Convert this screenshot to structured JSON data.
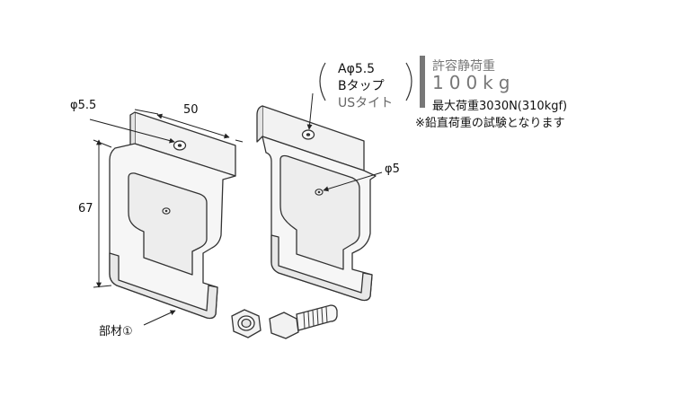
{
  "dimensions": {
    "hole_left": "φ5.5",
    "width": "50",
    "height": "67",
    "hole_right": "φ5"
  },
  "options": {
    "a": "Aφ5.5",
    "b": "Bタップ",
    "us": "USタイト"
  },
  "spec": {
    "title": "許容静荷重",
    "value": "100kg",
    "max_load": "最大荷重3030N(310kgf)",
    "note": "※鉛直荷重の試験となります"
  },
  "part_label": "部材①",
  "colors": {
    "outline": "#333333",
    "fill": "#f6f6f6",
    "bar": "#777777"
  }
}
